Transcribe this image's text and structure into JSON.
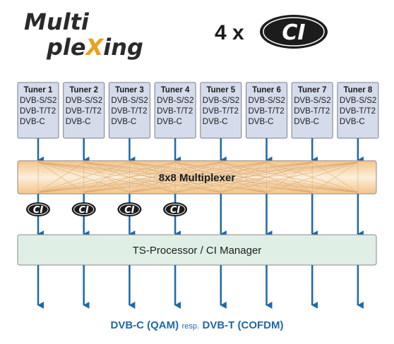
{
  "logo": {
    "line1": "Multi",
    "line2_pre": "ple",
    "line2_x": "X",
    "line2_post": "ing"
  },
  "ci_header": {
    "count": "4 x",
    "badge": "CI"
  },
  "tuners": [
    {
      "title": "Tuner 1",
      "lines": [
        "DVB-S/S2",
        "DVB-T/T2",
        "DVB-C"
      ]
    },
    {
      "title": "Tuner 2",
      "lines": [
        "DVB-S/S2",
        "DVB-T/T2",
        "DVB-C"
      ]
    },
    {
      "title": "Tuner 3",
      "lines": [
        "DVB-S/S2",
        "DVB-T/T2",
        "DVB-C"
      ]
    },
    {
      "title": "Tuner 4",
      "lines": [
        "DVB-S/S2",
        "DVB-T/T2",
        "DVB-C"
      ]
    },
    {
      "title": "Tuner 5",
      "lines": [
        "DVB-S/S2",
        "DVB-T/T2",
        "DVB-C"
      ]
    },
    {
      "title": "Tuner 6",
      "lines": [
        "DVB-S/S2",
        "DVB-T/T2",
        "DVB-C"
      ]
    },
    {
      "title": "Tuner 7",
      "lines": [
        "DVB-S/S2",
        "DVB-T/T2",
        "DVB-C"
      ]
    },
    {
      "title": "Tuner 8",
      "lines": [
        "DVB-S/S2",
        "DVB-T/T2",
        "DVB-C"
      ]
    }
  ],
  "multiplexer": {
    "label": "8x8 Multiplexer"
  },
  "ci_modules": {
    "count": 4,
    "badge": "CI"
  },
  "processor": {
    "label": "TS-Processor / CI Manager"
  },
  "output": {
    "part1": "DVB-C (QAM)",
    "connector": "resp.",
    "part2": "DVB-T (COFDM)"
  },
  "colors": {
    "tuner_fill": "#d4dbea",
    "mux_fill_edge": "#f3c48c",
    "mux_fill_center": "#fcefd9",
    "processor_fill": "#e0efe6",
    "arrow": "#1d68a8",
    "logo_x": "#e8a21c",
    "ci_badge": "#1c1c1c"
  }
}
